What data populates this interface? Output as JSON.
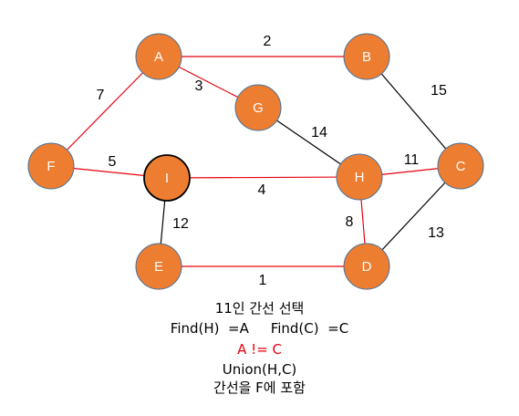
{
  "colors": {
    "node_fill": "#ED7D31",
    "node_stroke": "#41719C",
    "selected_stroke": "#000000",
    "mst_edge": "#E8000E",
    "other_edge": "#000000",
    "highlight_text": "#E8000E"
  },
  "nodes": [
    {
      "id": "A",
      "selected": false
    },
    {
      "id": "B",
      "selected": false
    },
    {
      "id": "G",
      "selected": false
    },
    {
      "id": "F",
      "selected": false
    },
    {
      "id": "I",
      "selected": true
    },
    {
      "id": "H",
      "selected": false
    },
    {
      "id": "C",
      "selected": false
    },
    {
      "id": "E",
      "selected": false
    },
    {
      "id": "D",
      "selected": false
    }
  ],
  "edges": [
    {
      "from": "A",
      "to": "B",
      "weight": "2",
      "in_tree": true
    },
    {
      "from": "A",
      "to": "G",
      "weight": "3",
      "in_tree": true
    },
    {
      "from": "A",
      "to": "F",
      "weight": "7",
      "in_tree": true
    },
    {
      "from": "B",
      "to": "C",
      "weight": "15",
      "in_tree": false
    },
    {
      "from": "G",
      "to": "H",
      "weight": "14",
      "in_tree": false
    },
    {
      "from": "F",
      "to": "I",
      "weight": "5",
      "in_tree": true
    },
    {
      "from": "I",
      "to": "H",
      "weight": "4",
      "in_tree": true
    },
    {
      "from": "H",
      "to": "C",
      "weight": "11",
      "in_tree": true
    },
    {
      "from": "I",
      "to": "E",
      "weight": "12",
      "in_tree": false
    },
    {
      "from": "H",
      "to": "D",
      "weight": "8",
      "in_tree": true
    },
    {
      "from": "C",
      "to": "D",
      "weight": "13",
      "in_tree": false
    },
    {
      "from": "E",
      "to": "D",
      "weight": "1",
      "in_tree": true
    }
  ],
  "caption": {
    "line1": "11인 간선 선택",
    "line2": "Find(H)  =A     Find(C)  =C",
    "line3": "A != C",
    "line4": "Union(H,C)",
    "line5": "간선을 F에 포함"
  }
}
